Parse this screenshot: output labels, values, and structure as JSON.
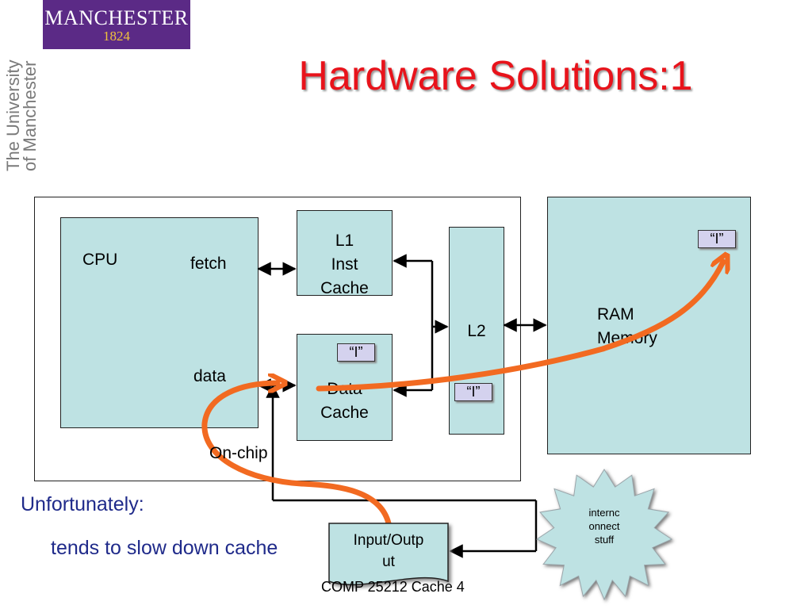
{
  "logo": {
    "name": "MANCHESTER",
    "year": "1824"
  },
  "university": {
    "line1": "The University",
    "line2": "of Manchester"
  },
  "title": "Hardware Solutions:1",
  "diagram": {
    "cpu": {
      "label": "CPU",
      "fetch": "fetch",
      "data": "data"
    },
    "l1_inst_cache": {
      "line1": "L1",
      "line2": "Inst",
      "line3": "Cache"
    },
    "data_cache": {
      "line1": "Data",
      "line2": "Cache",
      "tag": "“I”"
    },
    "l2": {
      "label": "L2",
      "tag": "“I”"
    },
    "ram": {
      "line1": "RAM",
      "line2": "Memory",
      "tag": "“I”"
    },
    "on_chip": "On-chip",
    "io": {
      "line1": "Input/Outp",
      "line2": "ut"
    },
    "interconnect": {
      "line1": "internc",
      "line2": "onnect",
      "line3": "stuff"
    }
  },
  "bullets": {
    "main": "Unfortunately:",
    "sub": "tends to slow down cache"
  },
  "footer": "COMP 25212 Cache 4",
  "colors": {
    "title": "#e8131b",
    "box_fill": "#bee2e3",
    "tag_fill": "#d4d2ee",
    "logo_bg": "#5b2a86",
    "arrow": "#f26a21",
    "bullet_text": "#1f2a8a"
  }
}
